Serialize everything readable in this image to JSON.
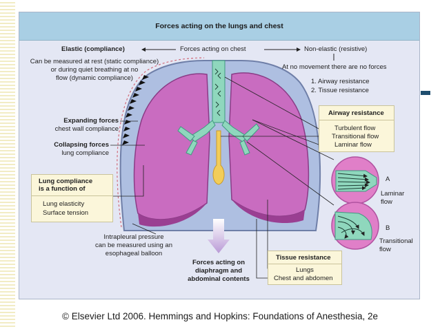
{
  "title": "Forces acting on the lungs and chest",
  "top_row": {
    "elastic": "Elastic (compliance)",
    "center": "Forces acting on chest",
    "nonelastic": "Non-elastic (resistive)"
  },
  "elastic_note": [
    "Can be measured at rest (static compliance)",
    "or during quiet breathing at no",
    "flow (dynamic compliance)"
  ],
  "nonelastic_note": "At no movement there are no forces",
  "resistance_list": [
    "1. Airway resistance",
    "2. Tissue resistance"
  ],
  "expanding": {
    "label": "Expanding forces",
    "sub": "chest wall compliance"
  },
  "collapsing": {
    "label": "Collapsing forces",
    "sub": "lung compliance"
  },
  "lung_compliance_box": {
    "header": [
      "Lung compliance",
      "is a function of"
    ],
    "items": [
      "Lung elasticity",
      "Surface tension"
    ]
  },
  "airway_box": {
    "header": "Airway resistance",
    "items": [
      "Turbulent flow",
      "Transitional flow",
      "Laminar flow"
    ]
  },
  "tissue_box": {
    "header": "Tissue resistance",
    "items": [
      "Lungs",
      "Chest and abdomen"
    ]
  },
  "intrapleural_note": [
    "Intrapleural pressure",
    "can be measured using an",
    "esophageal balloon"
  ],
  "diaphragm_note": [
    "Forces acting on",
    "diaphragm and",
    "abdominal contents"
  ],
  "flow_a": {
    "letter": "A",
    "label": [
      "Laminar",
      "flow"
    ]
  },
  "flow_b": {
    "letter": "B",
    "label": [
      "Transitional",
      "flow"
    ]
  },
  "footer": "© Elsevier Ltd 2006. Hemmings and Hopkins: Foundations of Anesthesia, 2e",
  "colors": {
    "title_bar": "#a9cfe4",
    "panel": "#e4e7f4",
    "box_fill": "#fbf6da",
    "lung": "#c96cc0",
    "airway": "#8fd7bd",
    "esophagus": "#f2cd59",
    "thorax": "#aebfe1"
  }
}
